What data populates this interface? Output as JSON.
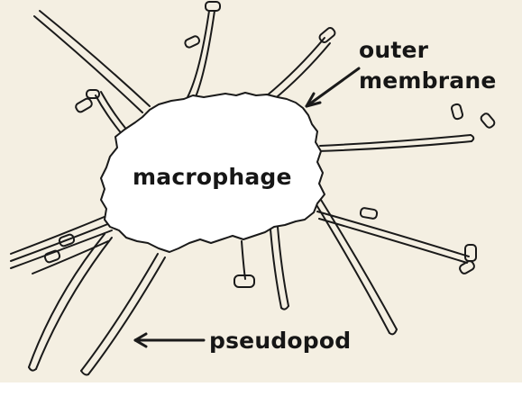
{
  "labels": {
    "cell": "macrophage",
    "membrane_line1": "outer",
    "membrane_line2": "membrane",
    "pseudopod": "pseudopod"
  },
  "colors": {
    "paper": "#f4efe2",
    "ink": "#1a1a1a",
    "cell_fill": "#ffffff"
  }
}
